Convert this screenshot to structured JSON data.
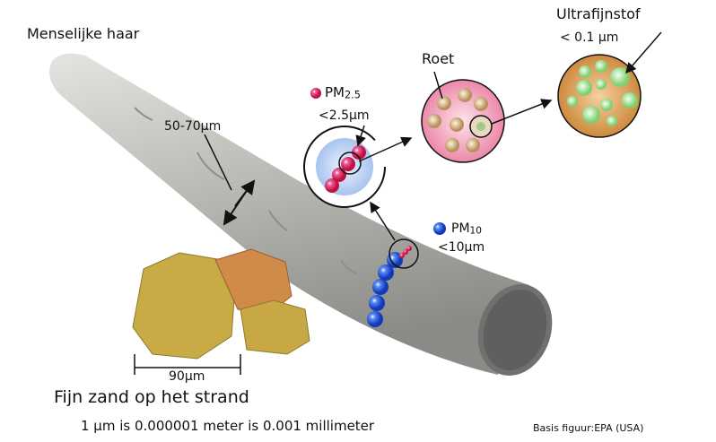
{
  "labels": {
    "hair": "Menselijke haar",
    "hair_width": "50-70µm",
    "pm25_name": "PM",
    "pm25_sub": "2.5",
    "pm25_size": "<2.5µm",
    "soot": "Roet",
    "ultrafine": "Ultrafijnstof",
    "ultrafine_size": "< 0.1 µm",
    "pm10_name": "PM",
    "pm10_sub": "10",
    "pm10_size": "<10µm",
    "sand_width": "90µm",
    "sand": "Fijn zand op het strand",
    "scale_note": "1 µm is 0.000001 meter is 0.001 millimeter",
    "credit": "Basis figuur:EPA (USA)"
  },
  "colors": {
    "hair": "#b9b9b4",
    "pm25": "#e0245a",
    "pm10": "#2e5ee0",
    "soot_bg": "#f3a4bd",
    "ultrafine_bg": "#d79a55",
    "ultrafine_particle": "#9fdc8f",
    "sand": "#c9a440"
  }
}
